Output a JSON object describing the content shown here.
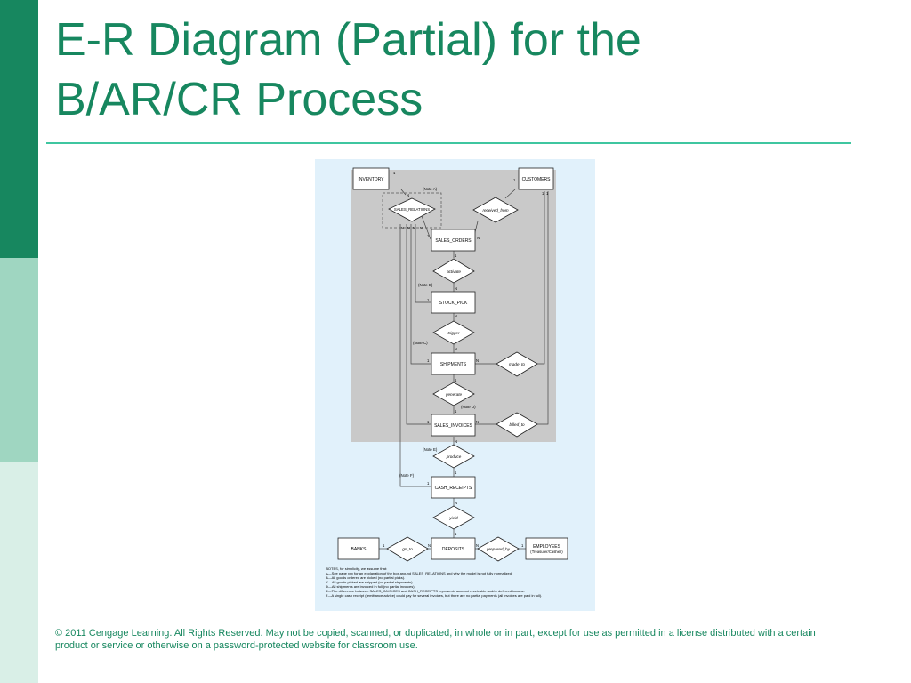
{
  "slide": {
    "title_line1": "E-R Diagram (Partial) for the",
    "title_line2": "B/AR/CR Process",
    "footer": "© 2011 Cengage Learning. All Rights Reserved. May not be copied, scanned, or duplicated, in whole or in part, except for use as permitted in a license distributed with a certain product or service or otherwise on a password-protected website for classroom use."
  },
  "colors": {
    "accent": "#17875f",
    "rule": "#3fc6a0",
    "diagram_bg": "#e1f1fb",
    "shaded_region": "#c9c9c9"
  },
  "diagram": {
    "entities": {
      "inventory": "INVENTORY",
      "customers": "CUSTOMERS",
      "sales_orders": "SALES_ORDERS",
      "stock_pick": "STOCK_PICK",
      "shipments": "SHIPMENTS",
      "sales_invoices": "SALES_INVOICES",
      "cash_receipts": "CASH_RECEIPTS",
      "deposits": "DEPOSITS",
      "banks": "BANKS",
      "employees_line1": "EMPLOYEES",
      "employees_line2": "(Treasurer/Cashier)"
    },
    "relationships": {
      "sales_relations": "SALES_RELATIONS",
      "received_from": "received_from",
      "activate": "activate",
      "trigger": "trigger",
      "made_to": "made_to",
      "generate": "generate",
      "billed_to": "billed_to",
      "produce": "produce",
      "yield": "yield",
      "go_to": "go_to",
      "prepared_by": "prepared_by"
    },
    "notes": {
      "a": "(Note A)",
      "b": "(Note B)",
      "c": "(Note C)",
      "d": "(Note D)",
      "e": "(Note E)",
      "f": "(Note F)"
    },
    "cardinality": {
      "one": "1",
      "many": "N"
    },
    "footnotes": [
      "NOTES, for simplicity, we assume that:",
      "A—See page xxx for an explanation of the box around SALES_RELATIONS and why the model is not fully normalized.",
      "B—All goods ordered are picked (no partial picks).",
      "C—All goods picked are shipped (no partial shipments).",
      "D—All shipments are invoiced in full (no partial invoices).",
      "E—The difference between SALES_INVOICES and CASH_RECEIPTS represents account receivable and/or deferred income.",
      "F—A single cash receipt (remittance advice) could pay for several invoices, but there are no partial payments (all invoices are paid in full)."
    ]
  }
}
